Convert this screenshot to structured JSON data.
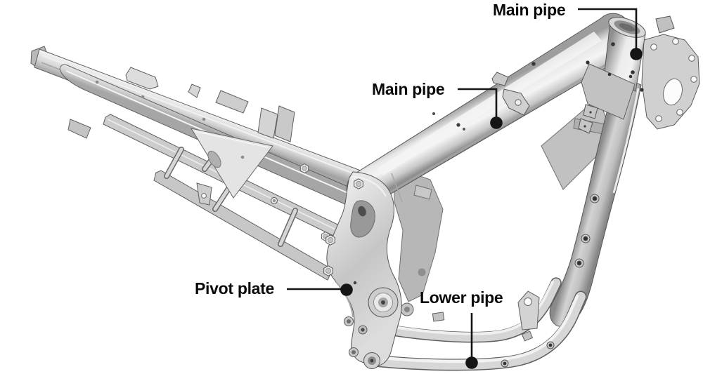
{
  "figure": {
    "type": "labeled-parts-diagram",
    "subject": "motorcycle-frame"
  },
  "callouts": [
    {
      "id": "main-pipe-top",
      "text": "Main pipe"
    },
    {
      "id": "main-pipe-mid",
      "text": "Main pipe"
    },
    {
      "id": "pivot-plate",
      "text": "Pivot plate"
    },
    {
      "id": "lower-pipe",
      "text": "Lower pipe"
    }
  ],
  "colors": {
    "background": "#ffffff",
    "label_text": "#0a0a0a",
    "leader_line": "#151515",
    "metal_light": "#ededed",
    "metal_mid": "#d3d3d3",
    "metal_dark": "#9b9b9b",
    "outline": "#5a5a5a"
  }
}
